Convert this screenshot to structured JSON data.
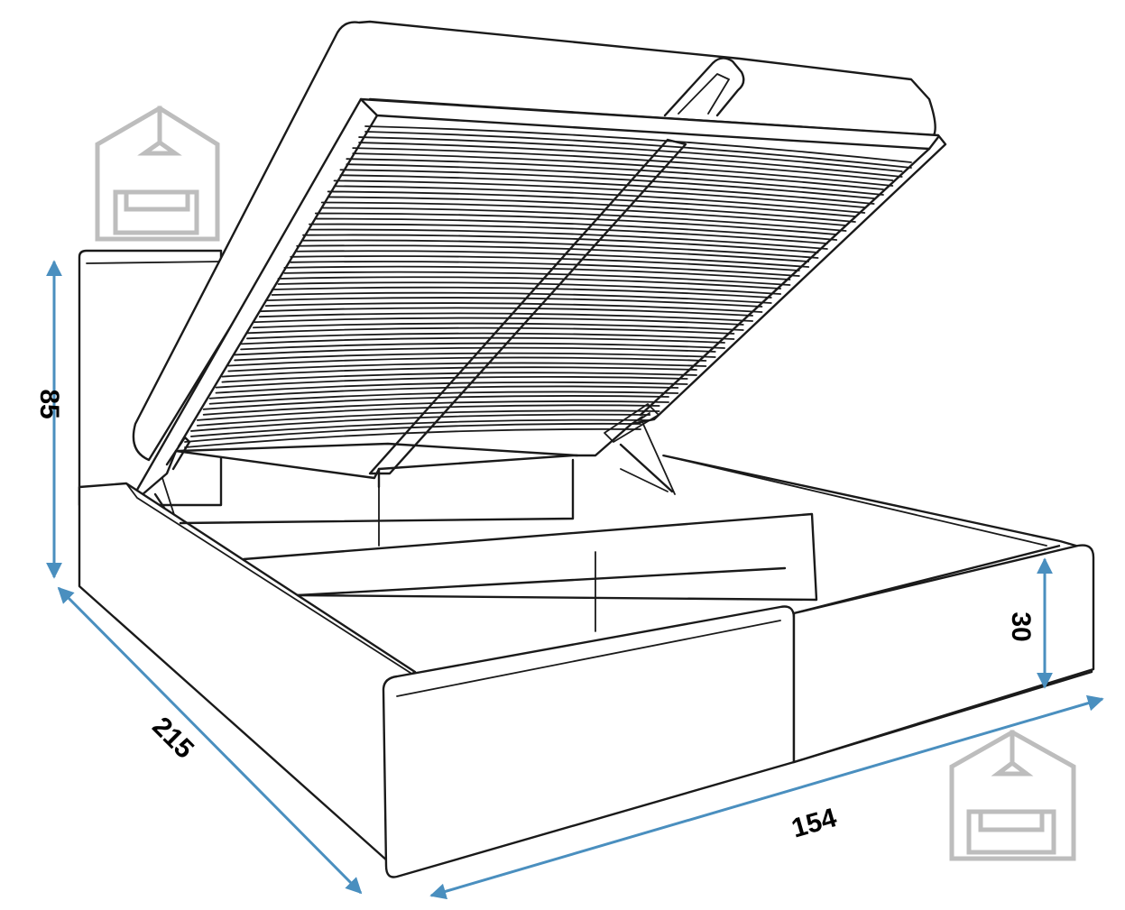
{
  "dimensions": {
    "height": "85",
    "depth": "215",
    "width": "154",
    "base_height": "30"
  },
  "colors": {
    "arrow": "#4a8fbf",
    "line": "#1a1a1a",
    "logo": "#bdbdbd",
    "background": "#ffffff"
  },
  "icons": [
    "house-sofa-watermark-icon",
    "house-sofa-watermark-icon"
  ]
}
